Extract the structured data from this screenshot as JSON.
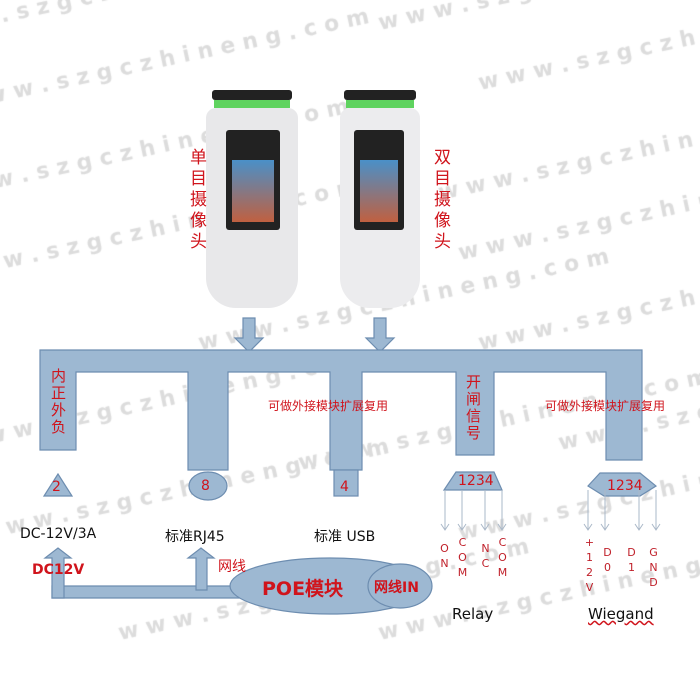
{
  "watermark": "www.szgczhineng.com",
  "cameras": {
    "single": "单目摄像头",
    "dual": "双目摄像头"
  },
  "ports": {
    "power": {
      "label": "内正外负",
      "pins": "2",
      "caption": "DC-12V/3A"
    },
    "rj45": {
      "pins": "8",
      "caption": "标准RJ45"
    },
    "usb": {
      "pins": "4",
      "caption": "标准 USB",
      "note": "可做外接模块扩展复用"
    },
    "relay": {
      "label": "开闸信号",
      "pins": "1234",
      "signals": [
        "ON",
        "COM",
        "NC",
        "COM"
      ],
      "caption": "Relay"
    },
    "wiegand": {
      "pins": "1234",
      "signals": [
        "+12V",
        "D0",
        "D1",
        "GND"
      ],
      "caption": "Wiegand",
      "note": "可做外接模块扩展复用"
    }
  },
  "poe": {
    "title": "POE模块",
    "input": "网线IN",
    "dc_out": "DC12V",
    "net_out": "网线"
  },
  "colors": {
    "shape_fill": "#9db8d2",
    "shape_stroke": "#6d8db0",
    "red": "#d0141c"
  }
}
